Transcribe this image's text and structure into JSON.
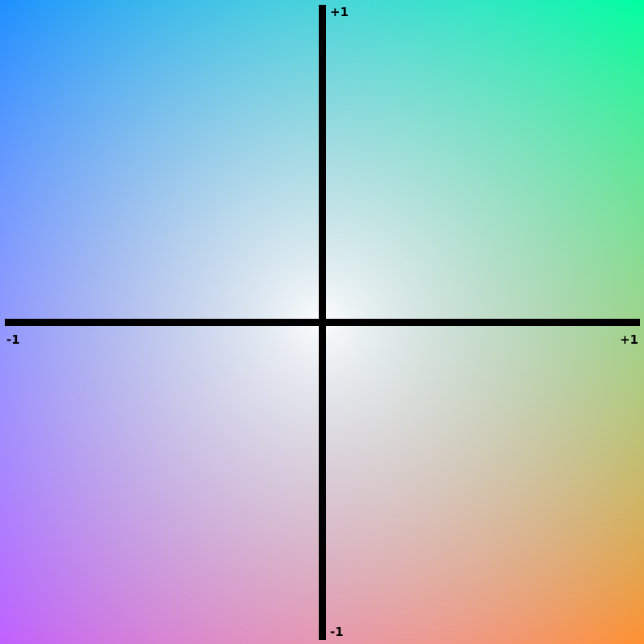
{
  "axes": {
    "x_min_label": "-1",
    "x_max_label": "+1",
    "y_max_label": "+1",
    "y_min_label": "-1"
  },
  "corner_colors": {
    "top_left": "#1e90ff",
    "top_right": "#00ffa0",
    "bottom_left": "#c060ff",
    "bottom_right": "#ff9030",
    "center": "#ffffff"
  }
}
